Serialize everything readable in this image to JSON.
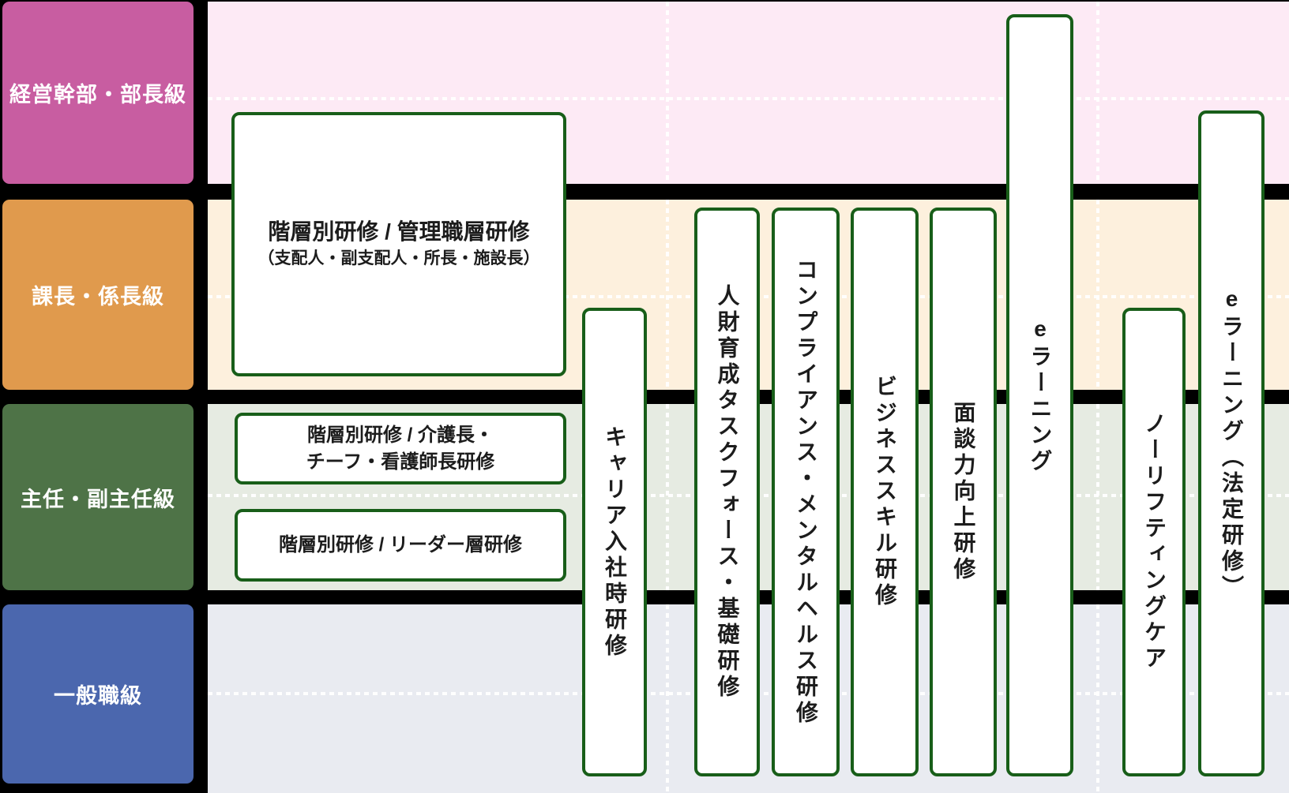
{
  "colors": {
    "executive_block": "#c85da1",
    "manager_block": "#e09a4d",
    "chief_block": "#4e7347",
    "general_block": "#4b67ae",
    "executive_band": "#fdeaf5",
    "manager_band": "#fdf0dd",
    "chief_band": "#e6ebe2",
    "general_band": "#e9ebf1",
    "box_border_green": "#185e19",
    "grid_dotted_white": "#ffffff"
  },
  "levels": [
    {
      "id": "executive",
      "label": "経営幹部・部長級"
    },
    {
      "id": "section-manager",
      "label": "課長・係長級"
    },
    {
      "id": "chief",
      "label": "主任・副主任級"
    },
    {
      "id": "general-staff",
      "label": "一般職級"
    }
  ],
  "hierarchy_trainings": {
    "management": {
      "title": "階層別研修 / 管理職層研修",
      "subtitle": "（支配人・副支配人・所長・施設長）"
    },
    "care-chief": {
      "line1": "階層別研修 / 介護長・",
      "line2": "チーフ・看護師長研修"
    },
    "leader": {
      "label": "階層別研修 / リーダー層研修"
    }
  },
  "vertical_trainings": [
    {
      "id": "career-entry",
      "label": "キャリア入社時研修"
    },
    {
      "id": "hr-taskforce-basic",
      "label": "人財育成タスクフォース・基礎研修"
    },
    {
      "id": "compliance-mental-health",
      "label": "コンプライアンス・メンタルヘルス研修"
    },
    {
      "id": "business-skill",
      "label": "ビジネススキル研修"
    },
    {
      "id": "interview-skill",
      "label": "面談力向上研修"
    },
    {
      "id": "e-learning",
      "label": "eラーニング"
    },
    {
      "id": "no-lifting-care",
      "label": "ノーリフティングケア"
    },
    {
      "id": "e-learning-legal",
      "label": "eラーニング（法定研修）"
    }
  ]
}
